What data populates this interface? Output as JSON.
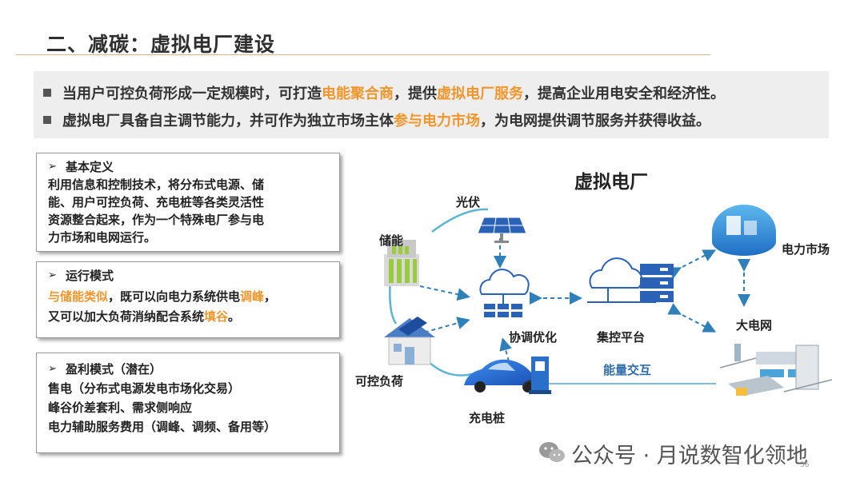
{
  "title": "二、减碳：虚拟电厂建设",
  "summary": {
    "line1": {
      "t1": "当用户可控负荷形成一定规模时，可打造",
      "h1": "电能聚合商",
      "t2": "，提供",
      "h2": "虚拟电厂服务",
      "t3": "，提高企业用电安全和经济性。"
    },
    "line2": {
      "t1": "虚拟电厂具备自主调节能力，并可作为独立市场主体",
      "h1": "参与电力市场",
      "t2": "，为电网提供调节服务并获得收益。"
    }
  },
  "cards": {
    "definition": {
      "heading": "基本定义",
      "lines": [
        "利用信息和控制技术，将分布式电源、储",
        "能、用户可控负荷、充电桩等各类灵活性",
        "资源整合起来，作为一个特殊电厂参与电",
        "力市场和电网运行。"
      ]
    },
    "operation": {
      "heading": "运行模式",
      "l1_h1": "与储能类似",
      "l1_t1": "，既可以向电力系统供电",
      "l1_h2": "调峰",
      "l1_t2": "，",
      "l2_t1": "又可以加大负荷消纳配合系统",
      "l2_h1": "填谷",
      "l2_t2": "。"
    },
    "profit": {
      "heading": "盈利模式（潜在）",
      "lines": [
        "售电（分布式电源发电市场化交易）",
        "峰谷价差套利、需求侧响应",
        "电力辅助服务费用（调峰、调频、备用等）"
      ]
    }
  },
  "diagram": {
    "title": "虚拟电厂",
    "nodes": {
      "solar": "光伏",
      "storage": "储能",
      "coordination": "协调优化",
      "platform": "集控平台",
      "market": "电力市场",
      "grid": "大电网",
      "load": "可控负荷",
      "charging": "充电桩"
    },
    "energy_exchange": "能量交互",
    "colors": {
      "accent": "#f0962c",
      "link": "#2f7fb8",
      "curve": "#5ab4d6"
    }
  },
  "watermark": "公众号 · 月说数智化领地",
  "page_number": "36"
}
